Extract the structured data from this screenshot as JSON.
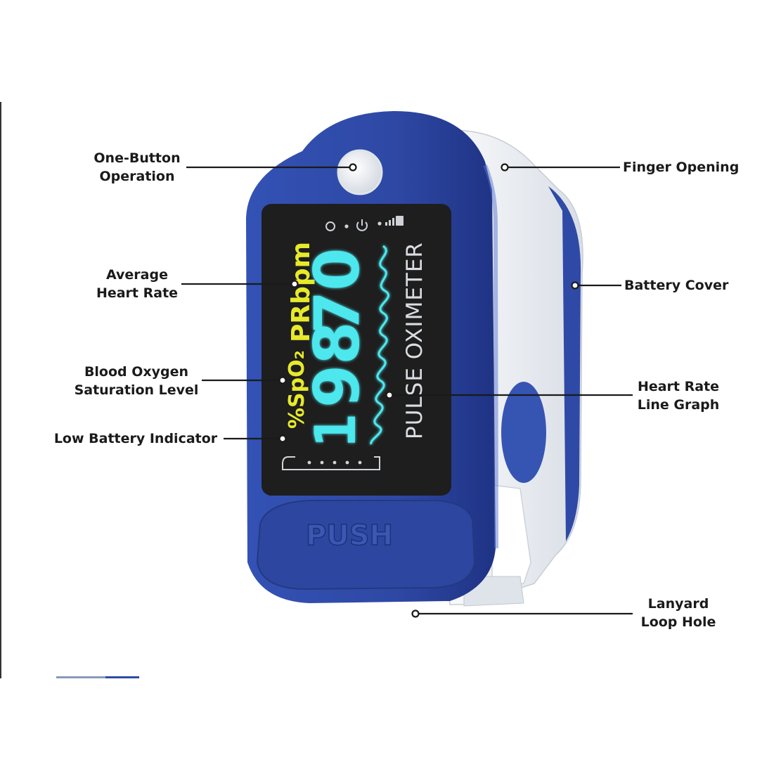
{
  "colors": {
    "device_blue": "#2f4aa6",
    "device_blue_dark": "#1f3180",
    "device_white": "#eef1f4",
    "screen_bg": "#1e1e1e",
    "reading_cyan": "#4ee7ee",
    "label_yellow": "#e6ea2a",
    "callout_line": "#1a1a1a"
  },
  "device": {
    "spo2_unit": "%SpO₂",
    "pr_unit": "PRbpm",
    "spo2_value": "98",
    "pr_value": "70",
    "spo2_digit_1": "1",
    "brand_text": "PULSE OXIMETER",
    "push_text": "PUSH"
  },
  "callouts": {
    "one_button": {
      "line1": "One-Button",
      "line2": "Operation"
    },
    "avg_heart_rate": {
      "line1": "Average",
      "line2": "Heart Rate"
    },
    "blood_oxygen": {
      "line1": "Blood Oxygen",
      "line2": "Saturation Level"
    },
    "low_battery": {
      "line1": "Low Battery Indicator"
    },
    "finger_opening": {
      "line1": "Finger Opening"
    },
    "battery_cover": {
      "line1": "Battery Cover"
    },
    "heart_rate_graph": {
      "line1": "Heart Rate",
      "line2": "Line Graph"
    },
    "lanyard": {
      "line1": "Lanyard",
      "line2": "Loop Hole"
    }
  },
  "icons": [
    "power-icon",
    "clip-icon",
    "signal-bars-icon",
    "battery-icon"
  ]
}
